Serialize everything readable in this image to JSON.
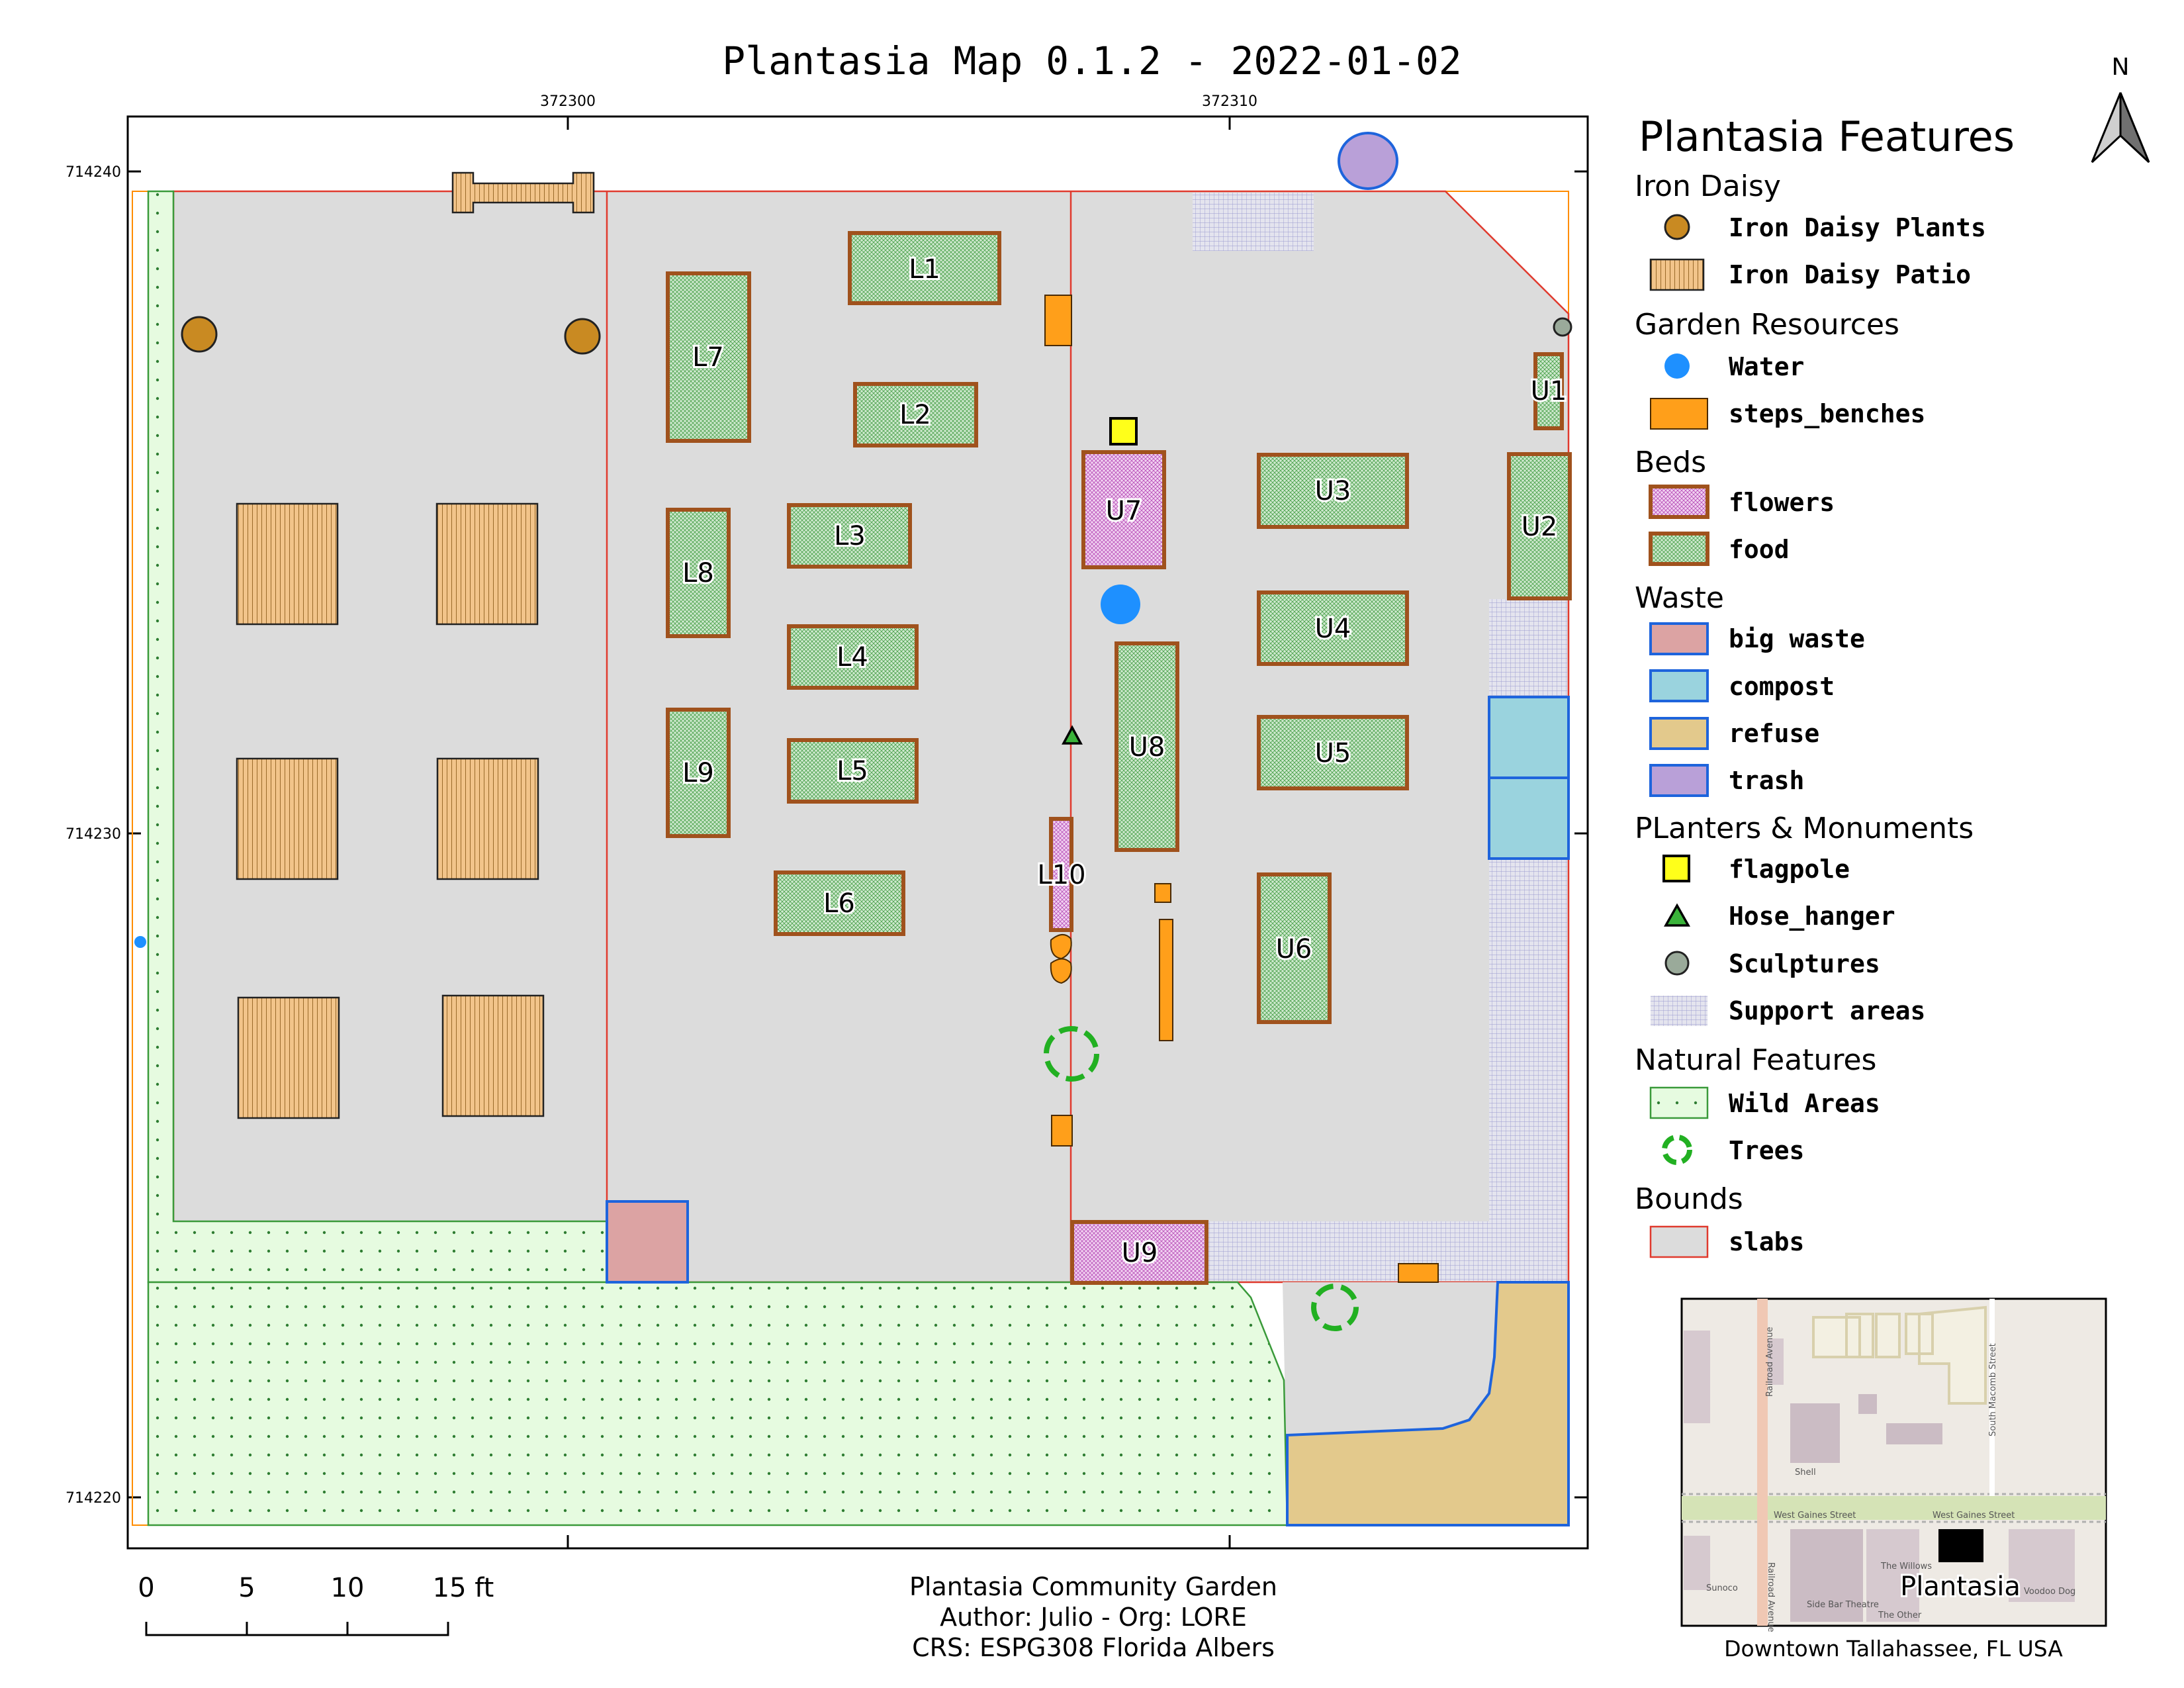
{
  "title": "Plantasia Map 0.1.2 - 2022-01-02",
  "north": "N",
  "axes": {
    "x_ticks": [
      "372300",
      "372310"
    ],
    "y_ticks": [
      "714240",
      "714230",
      "714220"
    ]
  },
  "bed_labels": {
    "L1": "L1",
    "L2": "L2",
    "L3": "L3",
    "L4": "L4",
    "L5": "L5",
    "L6": "L6",
    "L7": "L7",
    "L8": "L8",
    "L9": "L9",
    "L10": "L10",
    "U1": "U1",
    "U2": "U2",
    "U3": "U3",
    "U4": "U4",
    "U5": "U5",
    "U6": "U6",
    "U7": "U7",
    "U8": "U8",
    "U9": "U9"
  },
  "legend": {
    "title": "Plantasia Features",
    "groups": [
      {
        "title": "Iron Daisy",
        "items": [
          {
            "label": "Iron Daisy Plants",
            "symbol": "brown-circle"
          },
          {
            "label": "Iron Daisy Patio",
            "symbol": "patio-hatch"
          }
        ]
      },
      {
        "title": "Garden Resources",
        "items": [
          {
            "label": "Water",
            "symbol": "blue-circle"
          },
          {
            "label": "steps_benches",
            "symbol": "orange-rect"
          }
        ]
      },
      {
        "title": "Beds",
        "items": [
          {
            "label": "flowers",
            "symbol": "pink-bed"
          },
          {
            "label": "food",
            "symbol": "green-bed"
          }
        ]
      },
      {
        "title": "Waste",
        "items": [
          {
            "label": "big waste",
            "symbol": "red-waste"
          },
          {
            "label": "compost",
            "symbol": "cyan-waste"
          },
          {
            "label": "refuse",
            "symbol": "tan-waste"
          },
          {
            "label": "trash",
            "symbol": "purple-waste"
          }
        ]
      },
      {
        "title": "PLanters & Monuments",
        "items": [
          {
            "label": "flagpole",
            "symbol": "yellow-square"
          },
          {
            "label": "Hose_hanger",
            "symbol": "green-triangle"
          },
          {
            "label": "Sculptures",
            "symbol": "grey-circle"
          },
          {
            "label": "Support areas",
            "symbol": "grid-hatch"
          }
        ]
      },
      {
        "title": "Natural Features",
        "items": [
          {
            "label": "Wild Areas",
            "symbol": "dotted-green"
          },
          {
            "label": "Trees",
            "symbol": "tree-ring"
          }
        ]
      },
      {
        "title": "Bounds",
        "items": [
          {
            "label": "slabs",
            "symbol": "grey-slab"
          }
        ]
      }
    ]
  },
  "scale_bar": {
    "labels": [
      "0",
      "5",
      "10",
      "15 ft"
    ]
  },
  "credits": {
    "line1": "Plantasia Community Garden",
    "line2": "Author: Julio - Org: LORE",
    "line3": "CRS: ESPG308 Florida Albers"
  },
  "inset": {
    "caption": "Downtown Tallahassee, FL USA",
    "site_label": "Plantasia",
    "street_labels": {
      "railroad_n": "Railroad Avenue",
      "macomb": "South Macomb Street",
      "gaines_w": "West Gaines Street",
      "gaines_e": "West Gaines Street",
      "railroad_s": "Railroad Avenue",
      "shell": "Shell",
      "voodoo": "Voodoo Dog",
      "sideBar": "Side Bar Theatre",
      "willows": "The Willows",
      "other": "The Other",
      "sunoco": "Sunoco"
    }
  },
  "colors": {
    "slab": "#dcdcdc",
    "slab_edge": "#e03a2e",
    "bed_edge": "#a0521d",
    "food_fill": "#cfe9cf",
    "flower_fill": "#e7c0e7",
    "patio": "#f2c48a",
    "water": "#1e90ff",
    "steps": "#ff9f1a",
    "compost": "#9ad3de",
    "refuse": "#e3c98c",
    "trash": "#b9a0d8",
    "big_waste": "#dca3a3",
    "wild": "#e6fbe0",
    "tree": "#22b022"
  }
}
